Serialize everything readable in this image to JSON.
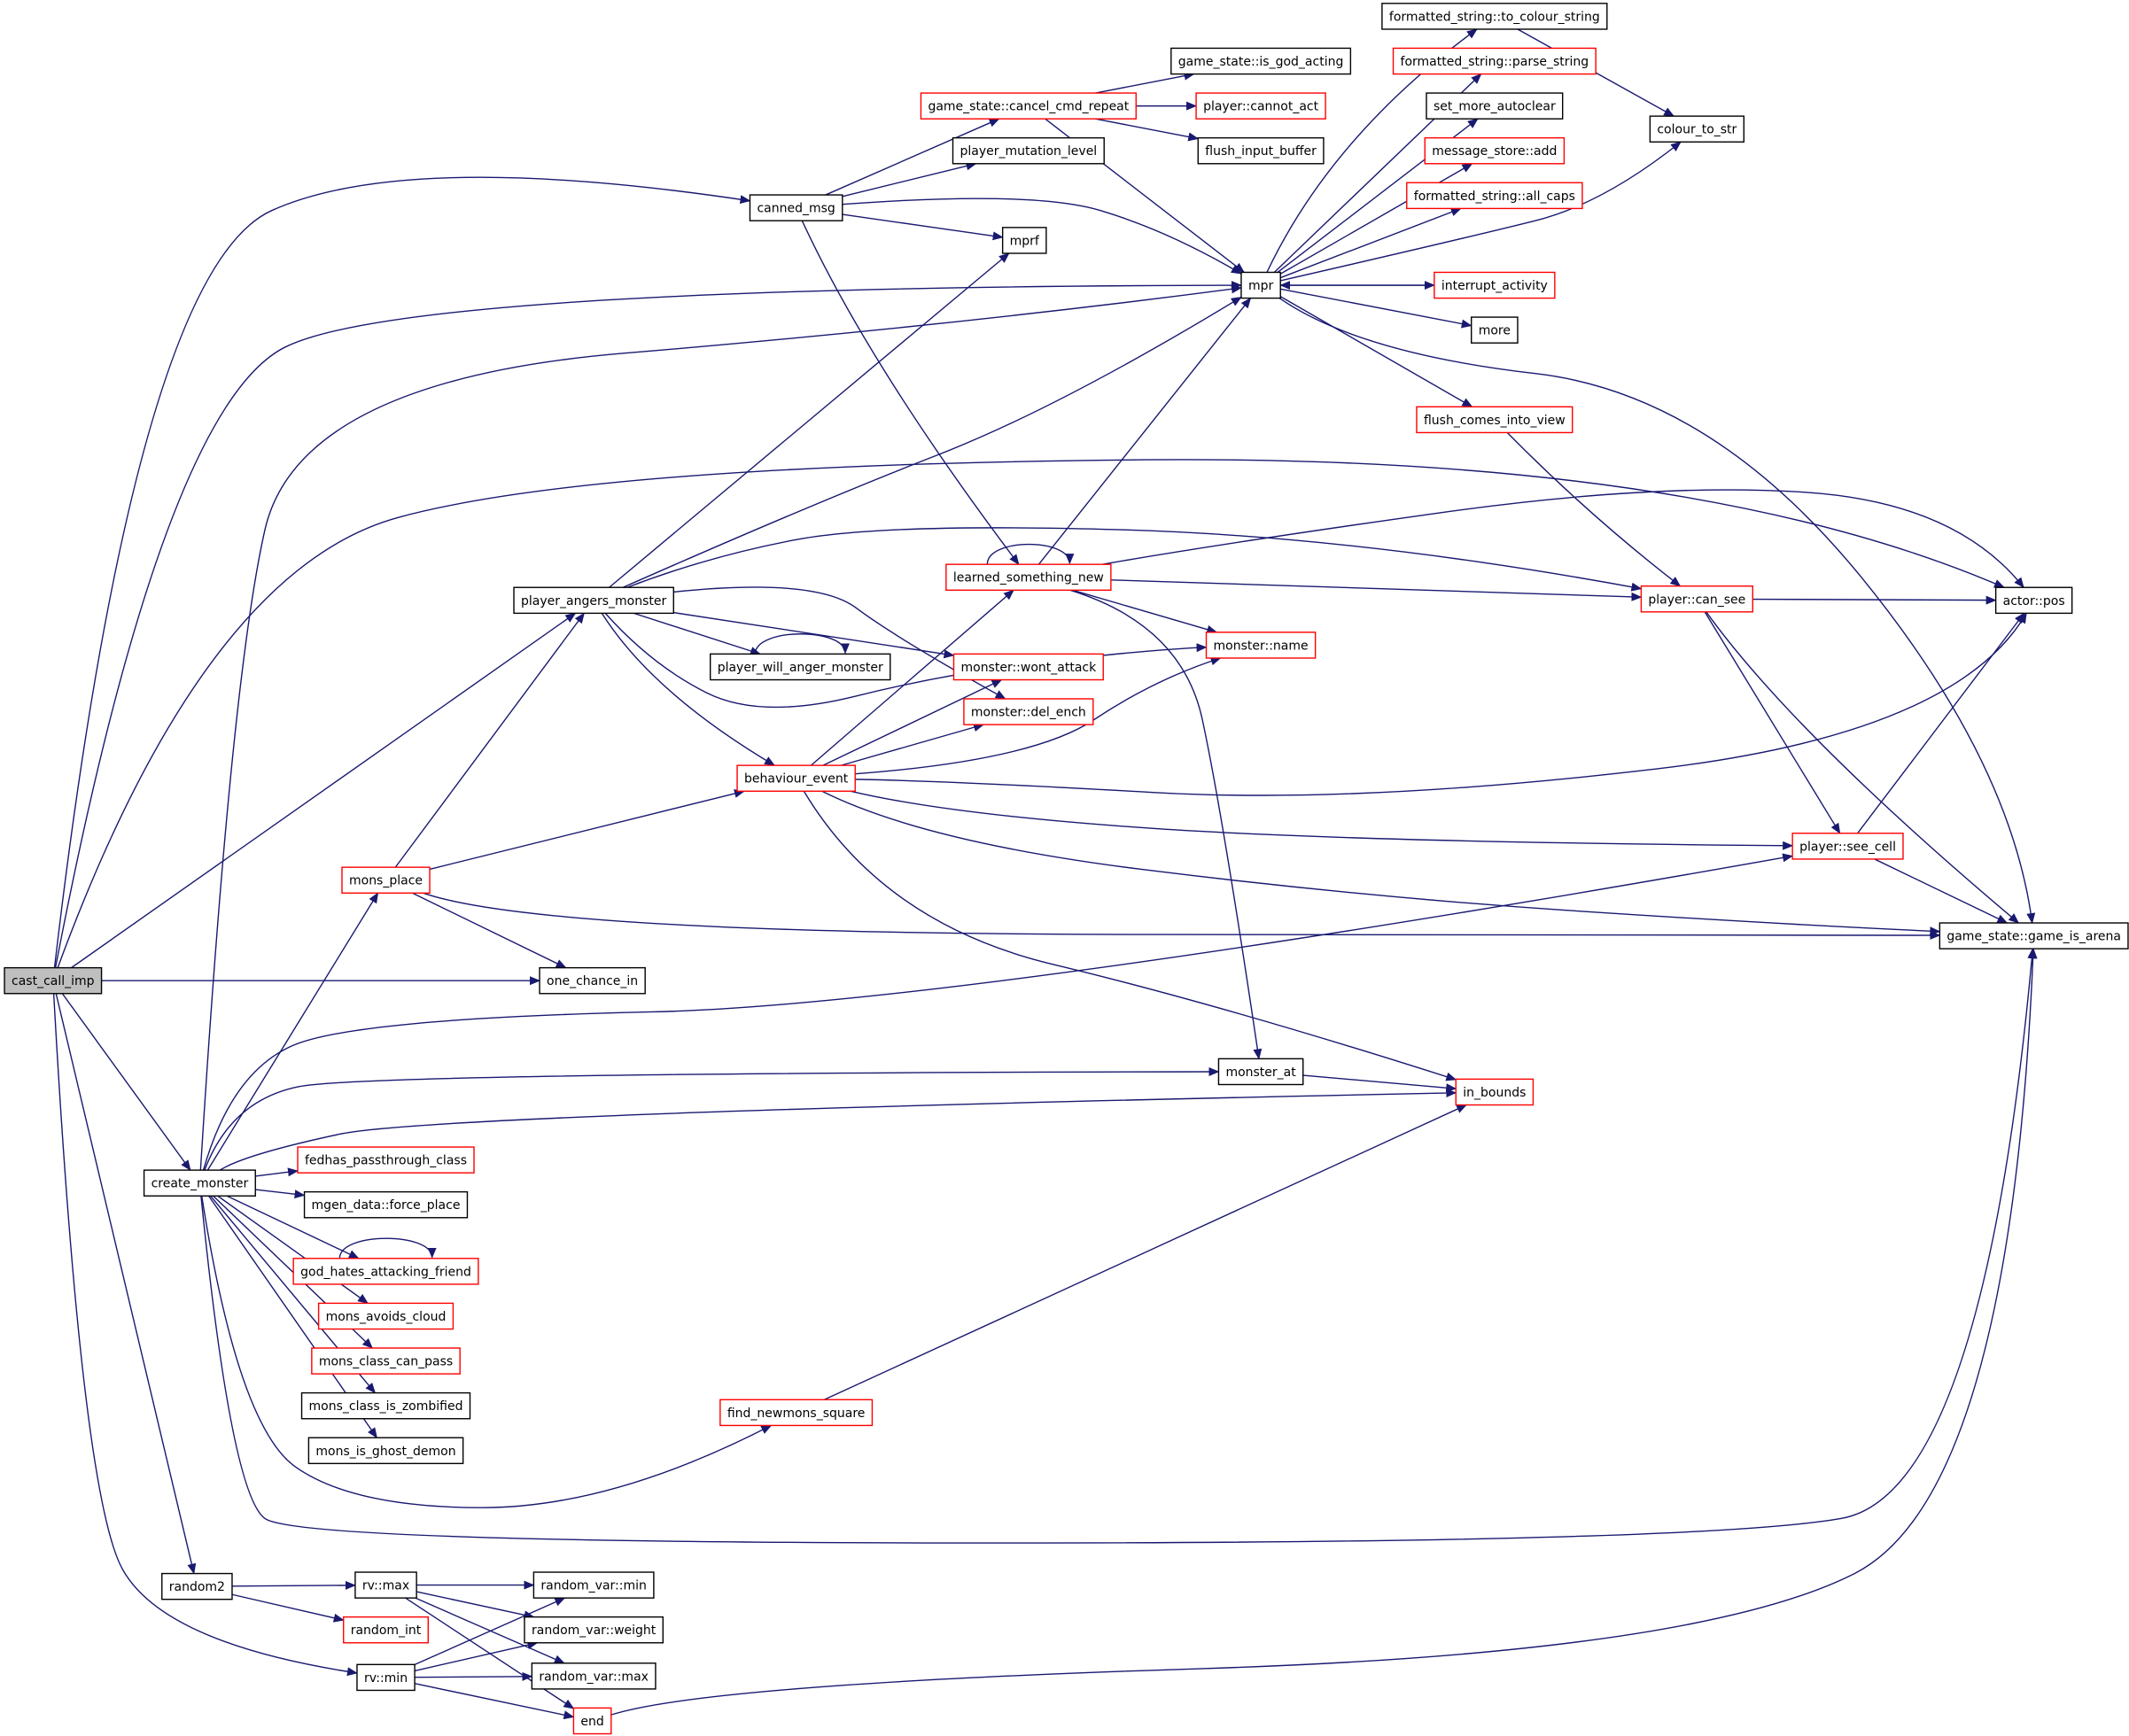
{
  "colors": {
    "edge": "#191970",
    "border_normal": "#000000",
    "border_truncated": "#ff0000",
    "root_fill": "#bfbfbf",
    "node_fill": "#ffffff",
    "text": "#000000"
  },
  "nodes": [
    {
      "id": "cast_call_imp",
      "label": "cast_call_imp",
      "root": true
    },
    {
      "id": "canned_msg",
      "label": "canned_msg"
    },
    {
      "id": "mpr",
      "label": "mpr"
    },
    {
      "id": "player_angers_monster",
      "label": "player_angers_monster"
    },
    {
      "id": "actor_pos",
      "label": "actor::pos"
    },
    {
      "id": "one_chance_in",
      "label": "one_chance_in"
    },
    {
      "id": "create_monster",
      "label": "create_monster"
    },
    {
      "id": "random2",
      "label": "random2"
    },
    {
      "id": "rv_min",
      "label": "rv::min"
    },
    {
      "id": "gs_cancel_cmd_repeat",
      "label": "game_state::cancel_cmd_repeat",
      "truncated": true
    },
    {
      "id": "player_mutation_level",
      "label": "player_mutation_level"
    },
    {
      "id": "mprf",
      "label": "mprf"
    },
    {
      "id": "learned_something_new",
      "label": "learned_something_new",
      "truncated": true
    },
    {
      "id": "gs_is_god_acting",
      "label": "game_state::is_god_acting"
    },
    {
      "id": "player_cannot_act",
      "label": "player::cannot_act",
      "truncated": true
    },
    {
      "id": "flush_input_buffer",
      "label": "flush_input_buffer"
    },
    {
      "id": "fs_to_colour_string",
      "label": "formatted_string::to_colour_string"
    },
    {
      "id": "fs_parse_string",
      "label": "formatted_string::parse_string",
      "truncated": true
    },
    {
      "id": "set_more_autoclear",
      "label": "set_more_autoclear"
    },
    {
      "id": "message_store_add",
      "label": "message_store::add",
      "truncated": true
    },
    {
      "id": "fs_all_caps",
      "label": "formatted_string::all_caps",
      "truncated": true
    },
    {
      "id": "interrupt_activity",
      "label": "interrupt_activity",
      "truncated": true
    },
    {
      "id": "more",
      "label": "more"
    },
    {
      "id": "flush_comes_into_view",
      "label": "flush_comes_into_view",
      "truncated": true
    },
    {
      "id": "gs_game_is_arena",
      "label": "game_state::game_is_arena"
    },
    {
      "id": "colour_to_str",
      "label": "colour_to_str"
    },
    {
      "id": "player_can_see",
      "label": "player::can_see",
      "truncated": true
    },
    {
      "id": "player_see_cell",
      "label": "player::see_cell",
      "truncated": true
    },
    {
      "id": "monster_at",
      "label": "monster_at"
    },
    {
      "id": "monster_name",
      "label": "monster::name",
      "truncated": true
    },
    {
      "id": "in_bounds",
      "label": "in_bounds",
      "truncated": true
    },
    {
      "id": "player_will_anger_monster",
      "label": "player_will_anger_monster"
    },
    {
      "id": "monster_wont_attack",
      "label": "monster::wont_attack",
      "truncated": true
    },
    {
      "id": "behaviour_event",
      "label": "behaviour_event",
      "truncated": true
    },
    {
      "id": "monster_del_ench",
      "label": "monster::del_ench",
      "truncated": true
    },
    {
      "id": "mons_place",
      "label": "mons_place",
      "truncated": true
    },
    {
      "id": "fedhas_passthrough_class",
      "label": "fedhas_passthrough_class",
      "truncated": true
    },
    {
      "id": "mgen_data_force_place",
      "label": "mgen_data::force_place"
    },
    {
      "id": "god_hates_attacking_friend",
      "label": "god_hates_attacking_friend",
      "truncated": true
    },
    {
      "id": "mons_avoids_cloud",
      "label": "mons_avoids_cloud",
      "truncated": true
    },
    {
      "id": "mons_class_can_pass",
      "label": "mons_class_can_pass",
      "truncated": true
    },
    {
      "id": "mons_class_is_zombified",
      "label": "mons_class_is_zombified"
    },
    {
      "id": "mons_is_ghost_demon",
      "label": "mons_is_ghost_demon"
    },
    {
      "id": "find_newmons_square",
      "label": "find_newmons_square",
      "truncated": true
    },
    {
      "id": "rv_max",
      "label": "rv::max"
    },
    {
      "id": "random_int",
      "label": "random_int",
      "truncated": true
    },
    {
      "id": "random_var_min",
      "label": "random_var::min"
    },
    {
      "id": "random_var_weight",
      "label": "random_var::weight"
    },
    {
      "id": "random_var_max",
      "label": "random_var::max"
    },
    {
      "id": "end",
      "label": "end",
      "truncated": true
    }
  ],
  "edges": [
    [
      "cast_call_imp",
      "canned_msg"
    ],
    [
      "cast_call_imp",
      "mpr"
    ],
    [
      "cast_call_imp",
      "player_angers_monster"
    ],
    [
      "cast_call_imp",
      "actor_pos"
    ],
    [
      "cast_call_imp",
      "one_chance_in"
    ],
    [
      "cast_call_imp",
      "create_monster"
    ],
    [
      "cast_call_imp",
      "random2"
    ],
    [
      "cast_call_imp",
      "rv_min"
    ],
    [
      "canned_msg",
      "gs_cancel_cmd_repeat"
    ],
    [
      "canned_msg",
      "player_mutation_level"
    ],
    [
      "canned_msg",
      "mprf"
    ],
    [
      "canned_msg",
      "mpr"
    ],
    [
      "canned_msg",
      "learned_something_new"
    ],
    [
      "gs_cancel_cmd_repeat",
      "gs_is_god_acting"
    ],
    [
      "gs_cancel_cmd_repeat",
      "player_cannot_act"
    ],
    [
      "gs_cancel_cmd_repeat",
      "flush_input_buffer"
    ],
    [
      "gs_cancel_cmd_repeat",
      "mpr"
    ],
    [
      "mpr",
      "fs_to_colour_string"
    ],
    [
      "mpr",
      "fs_parse_string"
    ],
    [
      "mpr",
      "set_more_autoclear"
    ],
    [
      "mpr",
      "message_store_add"
    ],
    [
      "mpr",
      "fs_all_caps"
    ],
    [
      "mpr",
      "interrupt_activity"
    ],
    [
      "interrupt_activity",
      "mpr"
    ],
    [
      "mpr",
      "more"
    ],
    [
      "mpr",
      "flush_comes_into_view"
    ],
    [
      "mpr",
      "gs_game_is_arena"
    ],
    [
      "mpr",
      "colour_to_str"
    ],
    [
      "fs_to_colour_string",
      "colour_to_str"
    ],
    [
      "flush_comes_into_view",
      "player_can_see"
    ],
    [
      "player_can_see",
      "actor_pos"
    ],
    [
      "player_can_see",
      "player_see_cell"
    ],
    [
      "player_can_see",
      "gs_game_is_arena"
    ],
    [
      "player_see_cell",
      "actor_pos"
    ],
    [
      "player_see_cell",
      "gs_game_is_arena"
    ],
    [
      "learned_something_new",
      "learned_something_new"
    ],
    [
      "learned_something_new",
      "mpr"
    ],
    [
      "learned_something_new",
      "player_can_see"
    ],
    [
      "learned_something_new",
      "actor_pos"
    ],
    [
      "learned_something_new",
      "monster_name"
    ],
    [
      "learned_something_new",
      "monster_at"
    ],
    [
      "player_angers_monster",
      "mprf"
    ],
    [
      "player_angers_monster",
      "mpr"
    ],
    [
      "player_angers_monster",
      "player_can_see"
    ],
    [
      "player_angers_monster",
      "player_will_anger_monster"
    ],
    [
      "player_angers_monster",
      "monster_wont_attack"
    ],
    [
      "player_angers_monster",
      "monster_del_ench"
    ],
    [
      "player_angers_monster",
      "monster_name"
    ],
    [
      "player_angers_monster",
      "behaviour_event"
    ],
    [
      "player_will_anger_monster",
      "player_will_anger_monster"
    ],
    [
      "behaviour_event",
      "learned_something_new"
    ],
    [
      "behaviour_event",
      "monster_wont_attack"
    ],
    [
      "behaviour_event",
      "monster_del_ench"
    ],
    [
      "behaviour_event",
      "monster_name"
    ],
    [
      "behaviour_event",
      "actor_pos"
    ],
    [
      "behaviour_event",
      "player_see_cell"
    ],
    [
      "behaviour_event",
      "gs_game_is_arena"
    ],
    [
      "behaviour_event",
      "in_bounds"
    ],
    [
      "monster_at",
      "in_bounds"
    ],
    [
      "mons_place",
      "player_angers_monster"
    ],
    [
      "mons_place",
      "behaviour_event"
    ],
    [
      "mons_place",
      "one_chance_in"
    ],
    [
      "mons_place",
      "gs_game_is_arena"
    ],
    [
      "create_monster",
      "mpr"
    ],
    [
      "create_monster",
      "mons_place"
    ],
    [
      "create_monster",
      "player_see_cell"
    ],
    [
      "create_monster",
      "monster_at"
    ],
    [
      "create_monster",
      "in_bounds"
    ],
    [
      "create_monster",
      "fedhas_passthrough_class"
    ],
    [
      "create_monster",
      "mgen_data_force_place"
    ],
    [
      "create_monster",
      "god_hates_attacking_friend"
    ],
    [
      "god_hates_attacking_friend",
      "god_hates_attacking_friend"
    ],
    [
      "create_monster",
      "mons_avoids_cloud"
    ],
    [
      "create_monster",
      "mons_class_can_pass"
    ],
    [
      "create_monster",
      "mons_class_is_zombified"
    ],
    [
      "create_monster",
      "mons_is_ghost_demon"
    ],
    [
      "create_monster",
      "find_newmons_square"
    ],
    [
      "create_monster",
      "gs_game_is_arena"
    ],
    [
      "find_newmons_square",
      "in_bounds"
    ],
    [
      "random2",
      "rv_max"
    ],
    [
      "random2",
      "random_int"
    ],
    [
      "rv_max",
      "random_var_min"
    ],
    [
      "rv_max",
      "random_var_weight"
    ],
    [
      "rv_max",
      "random_var_max"
    ],
    [
      "rv_max",
      "end"
    ],
    [
      "rv_min",
      "random_var_min"
    ],
    [
      "rv_min",
      "random_var_weight"
    ],
    [
      "rv_min",
      "random_var_max"
    ],
    [
      "rv_min",
      "end"
    ],
    [
      "end",
      "gs_game_is_arena"
    ]
  ]
}
